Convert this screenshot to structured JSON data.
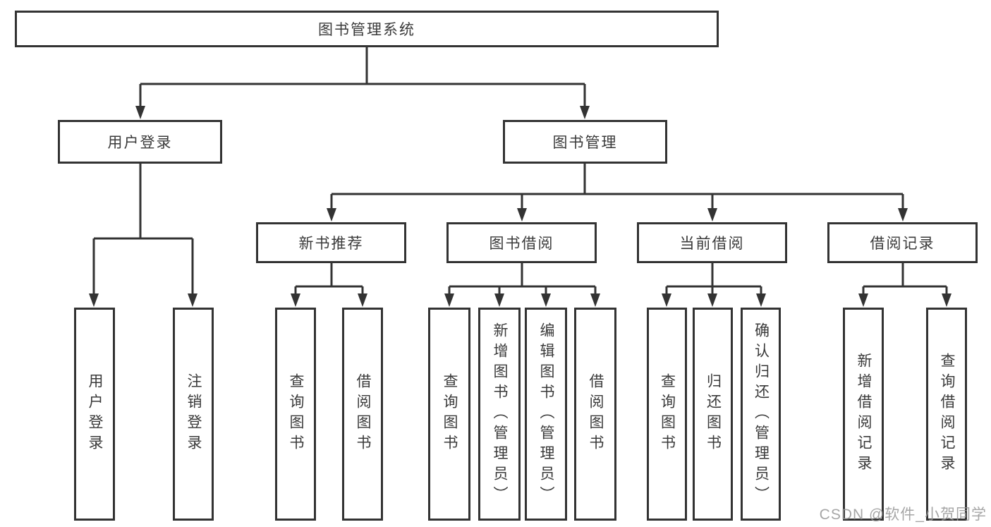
{
  "tree": {
    "root": {
      "label": "图书管理系统"
    },
    "branches": [
      {
        "label": "用户登录",
        "children": [
          {
            "label": "用户登录"
          },
          {
            "label": "注销登录"
          }
        ]
      },
      {
        "label": "图书管理",
        "children": [
          {
            "label": "新书推荐",
            "children": [
              {
                "label": "查询图书"
              },
              {
                "label": "借阅图书"
              }
            ]
          },
          {
            "label": "图书借阅",
            "children": [
              {
                "label": "查询图书"
              },
              {
                "label": "新增图书（管理员）"
              },
              {
                "label": "编辑图书（管理员）"
              },
              {
                "label": "借阅图书"
              }
            ]
          },
          {
            "label": "当前借阅",
            "children": [
              {
                "label": "查询图书"
              },
              {
                "label": "归还图书"
              },
              {
                "label": "确认归还（管理员）"
              }
            ]
          },
          {
            "label": "借阅记录",
            "children": [
              {
                "label": "新增借阅记录"
              },
              {
                "label": "查询借阅记录"
              }
            ]
          }
        ]
      }
    ]
  },
  "watermark": {
    "text": "CSDN @软件_小贺同学"
  },
  "colors": {
    "line": "#333333",
    "text": "#3a3a3a",
    "background": "#ffffff",
    "watermark": "#969696"
  }
}
